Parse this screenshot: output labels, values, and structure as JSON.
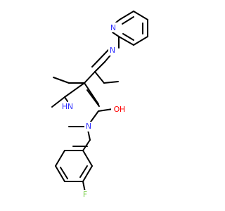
{
  "molecule": {
    "atoms": {
      "pyridine_n": {
        "label": "N",
        "color": "#3333ff"
      },
      "imine_n": {
        "label": "N",
        "color": "#3333ff"
      },
      "pyrazole_nh": {
        "label": "N",
        "h_label": "H",
        "color": "#3333ff"
      },
      "pyrazole_n": {
        "label": "N",
        "color": "#3333ff"
      },
      "hydroxyl_o": {
        "label": "O",
        "h_label": "H",
        "color": "#ff0000"
      },
      "fluorine": {
        "label": "F",
        "color": "#7fd04f"
      }
    },
    "bond_color": "#000000"
  }
}
